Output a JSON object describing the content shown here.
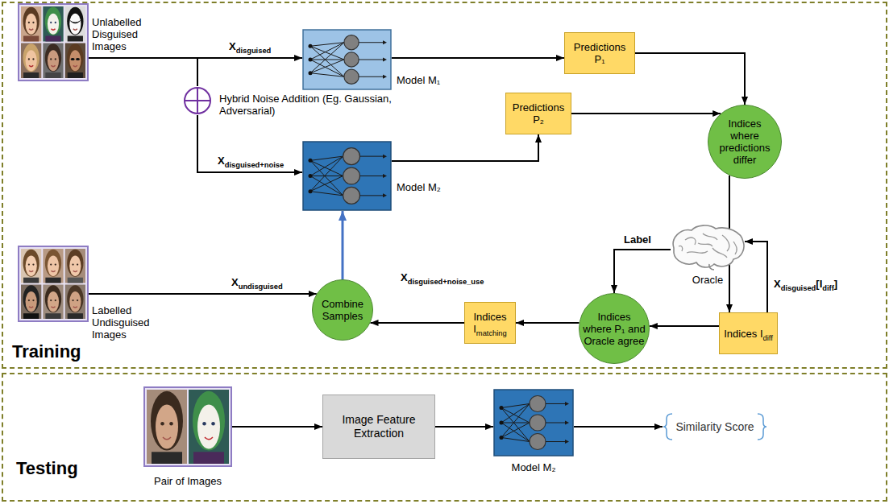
{
  "diagram": {
    "nodes": [
      {
        "text": [
          "Training"
        ]
      },
      {
        "text": [
          "Unlabelled Disguised Images"
        ],
        "in": 0
      },
      {
        "text": [
          "Model M₁"
        ],
        "in": 0
      },
      {
        "text": [
          "Model M₂"
        ],
        "in": 0
      },
      {
        "text": [
          "Predictions P₁"
        ],
        "in": 0
      },
      {
        "text": [
          "Predictions P₂"
        ],
        "in": 0
      },
      {
        "text": [
          "Indices where predictions differ"
        ],
        "in": 0
      },
      {
        "text": [
          "Oracle"
        ],
        "in": 0
      },
      {
        "text": [
          "Indices where P₁ and Oracle agree"
        ],
        "in": 0
      },
      {
        "text": [
          "Indices Idiff"
        ],
        "in": 0
      },
      {
        "text": [
          "Indices Imatching"
        ],
        "in": 0
      },
      {
        "text": [
          "Combine Samples"
        ],
        "in": 0
      },
      {
        "text": [
          "Labelled Undisguised Images"
        ],
        "in": 0
      },
      {
        "text": [
          "Hybrid Noise Addition (Eg. Gaussian, Adversarial)"
        ],
        "in": 0
      },
      {
        "text": [
          "Testing"
        ]
      },
      {
        "text": [
          "Pair of Images"
        ],
        "in": 14
      },
      {
        "text": [
          "Image Feature Extraction"
        ],
        "in": 14
      },
      {
        "text": [
          "Model M₂"
        ],
        "in": 14
      },
      {
        "text": [
          "Similarity Score"
        ],
        "in": 14
      }
    ],
    "edges": [
      {
        "from": 1,
        "to": 2,
        "arrow": "to",
        "label": "Xdisguised"
      },
      {
        "from": 1,
        "to": 13,
        "arrow": "none"
      },
      {
        "from": 13,
        "to": 3,
        "arrow": "to",
        "label": "Xdisguised+noise"
      },
      {
        "from": 2,
        "to": 4,
        "arrow": "to"
      },
      {
        "from": 3,
        "to": 5,
        "arrow": "to"
      },
      {
        "from": 4,
        "to": 6,
        "arrow": "to"
      },
      {
        "from": 5,
        "to": 6,
        "arrow": "to"
      },
      {
        "from": 6,
        "to": 9,
        "arrow": "to"
      },
      {
        "from": 9,
        "to": 7,
        "arrow": "to",
        "label": "Xdisguised[Idiff]"
      },
      {
        "from": 7,
        "to": 8,
        "arrow": "to",
        "label": "Label"
      },
      {
        "from": 9,
        "to": 8,
        "arrow": "to"
      },
      {
        "from": 8,
        "to": 10,
        "arrow": "to"
      },
      {
        "from": 10,
        "to": 11,
        "arrow": "to",
        "label": "Xdisguised+noise_use"
      },
      {
        "from": 12,
        "to": 11,
        "arrow": "to",
        "label": "Xundisguised"
      },
      {
        "from": 11,
        "to": 3,
        "arrow": "to"
      },
      {
        "from": 15,
        "to": 16,
        "arrow": "to"
      },
      {
        "from": 16,
        "to": 17,
        "arrow": "to"
      },
      {
        "from": 17,
        "to": 18,
        "arrow": "to"
      }
    ]
  }
}
